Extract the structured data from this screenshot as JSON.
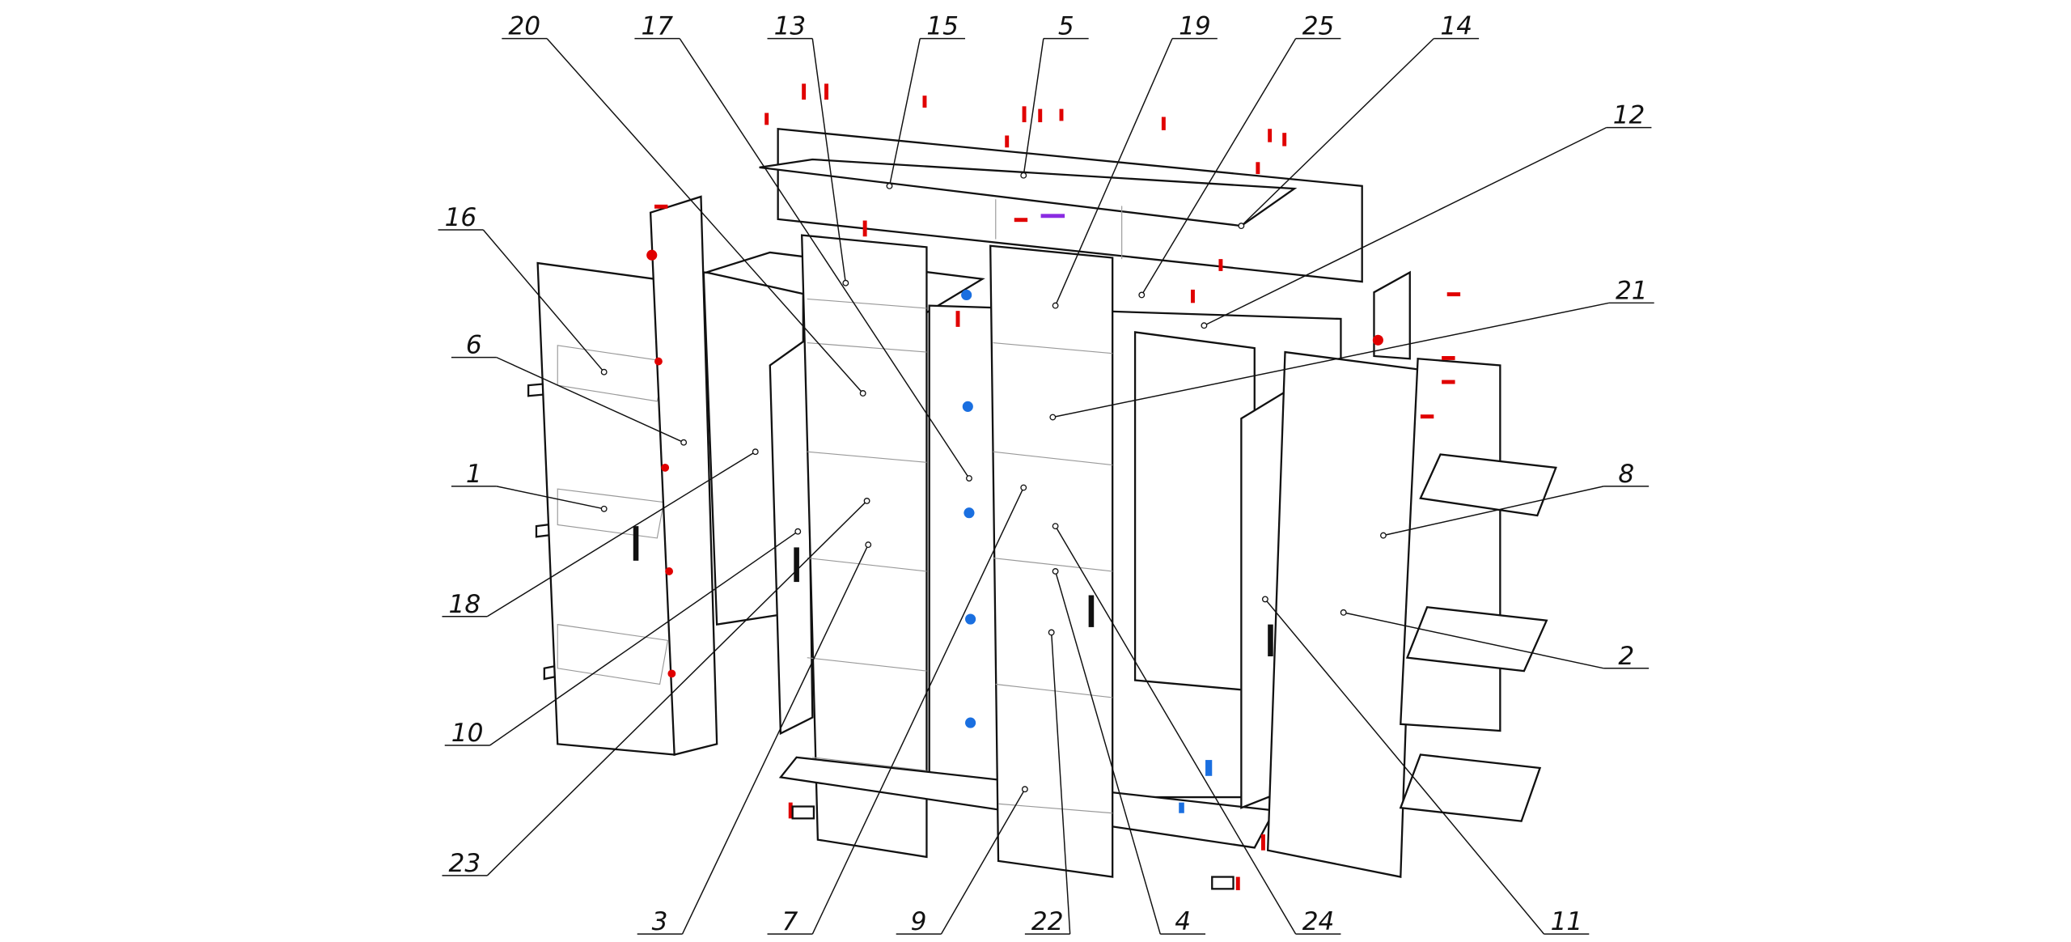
{
  "diagram": {
    "type": "exploded-assembly-view",
    "colors": {
      "fasteners": "#e00000",
      "connectors": "#1a6fe0",
      "handle_bar": "#8a2be2",
      "lines": "#111111"
    },
    "callouts": [
      "20",
      "17",
      "13",
      "15",
      "5",
      "19",
      "25",
      "14",
      "12",
      "16",
      "6",
      "21",
      "1",
      "8",
      "18",
      "2",
      "10",
      "23",
      "3",
      "7",
      "9",
      "22",
      "4",
      "24",
      "11"
    ]
  }
}
